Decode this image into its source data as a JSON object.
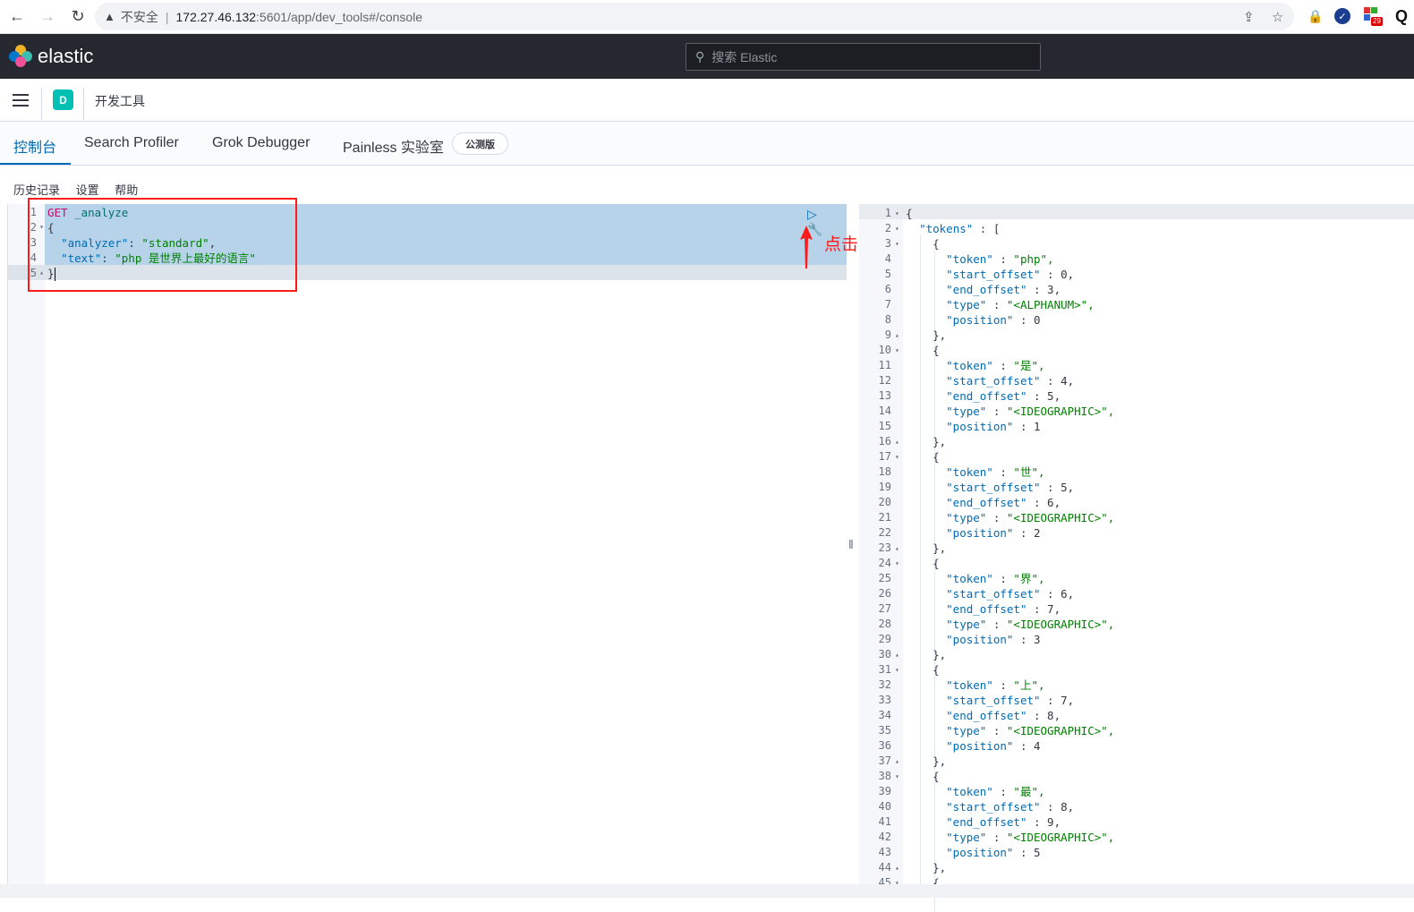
{
  "browser": {
    "security_label": "不安全",
    "url_host": "172.27.46.132",
    "url_path": ":5601/app/dev_tools#/console",
    "ext_badge": "29"
  },
  "header": {
    "brand": "elastic",
    "search_placeholder": "搜索 Elastic"
  },
  "breadcrumb": {
    "space_initial": "D",
    "title": "开发工具"
  },
  "tabs": {
    "console": "控制台",
    "search_profiler": "Search Profiler",
    "grok_debugger": "Grok Debugger",
    "painless_lab": "Painless 实验室",
    "beta_badge": "公测版"
  },
  "console_menu": {
    "history": "历史记录",
    "settings": "设置",
    "help": "帮助"
  },
  "editor": {
    "line_numbers": [
      "1",
      "2",
      "3",
      "4",
      "5"
    ],
    "method": "GET",
    "url": "_analyze",
    "open_brace": "{",
    "analyzer_key": "\"analyzer\"",
    "analyzer_value": "\"standard\"",
    "text_key": "\"text\"",
    "text_value": "\"php 是世界上最好的语言\"",
    "close_brace": "}",
    "run_icon": "play-icon",
    "wrench_icon": "wrench-icon"
  },
  "annotation": {
    "text": "点击开始分词"
  },
  "output": {
    "lines": [
      {
        "n": "1",
        "fold": "▾",
        "code": "{"
      },
      {
        "n": "2",
        "fold": "▾",
        "code": "  \"tokens\" : ["
      },
      {
        "n": "3",
        "fold": "▾",
        "code": "    {"
      },
      {
        "n": "4",
        "fold": "",
        "code": "      \"token\" : \"php\","
      },
      {
        "n": "5",
        "fold": "",
        "code": "      \"start_offset\" : 0,"
      },
      {
        "n": "6",
        "fold": "",
        "code": "      \"end_offset\" : 3,"
      },
      {
        "n": "7",
        "fold": "",
        "code": "      \"type\" : \"<ALPHANUM>\","
      },
      {
        "n": "8",
        "fold": "",
        "code": "      \"position\" : 0"
      },
      {
        "n": "9",
        "fold": "▴",
        "code": "    },"
      },
      {
        "n": "10",
        "fold": "▾",
        "code": "    {"
      },
      {
        "n": "11",
        "fold": "",
        "code": "      \"token\" : \"是\","
      },
      {
        "n": "12",
        "fold": "",
        "code": "      \"start_offset\" : 4,"
      },
      {
        "n": "13",
        "fold": "",
        "code": "      \"end_offset\" : 5,"
      },
      {
        "n": "14",
        "fold": "",
        "code": "      \"type\" : \"<IDEOGRAPHIC>\","
      },
      {
        "n": "15",
        "fold": "",
        "code": "      \"position\" : 1"
      },
      {
        "n": "16",
        "fold": "▴",
        "code": "    },"
      },
      {
        "n": "17",
        "fold": "▾",
        "code": "    {"
      },
      {
        "n": "18",
        "fold": "",
        "code": "      \"token\" : \"世\","
      },
      {
        "n": "19",
        "fold": "",
        "code": "      \"start_offset\" : 5,"
      },
      {
        "n": "20",
        "fold": "",
        "code": "      \"end_offset\" : 6,"
      },
      {
        "n": "21",
        "fold": "",
        "code": "      \"type\" : \"<IDEOGRAPHIC>\","
      },
      {
        "n": "22",
        "fold": "",
        "code": "      \"position\" : 2"
      },
      {
        "n": "23",
        "fold": "▴",
        "code": "    },"
      },
      {
        "n": "24",
        "fold": "▾",
        "code": "    {"
      },
      {
        "n": "25",
        "fold": "",
        "code": "      \"token\" : \"界\","
      },
      {
        "n": "26",
        "fold": "",
        "code": "      \"start_offset\" : 6,"
      },
      {
        "n": "27",
        "fold": "",
        "code": "      \"end_offset\" : 7,"
      },
      {
        "n": "28",
        "fold": "",
        "code": "      \"type\" : \"<IDEOGRAPHIC>\","
      },
      {
        "n": "29",
        "fold": "",
        "code": "      \"position\" : 3"
      },
      {
        "n": "30",
        "fold": "▴",
        "code": "    },"
      },
      {
        "n": "31",
        "fold": "▾",
        "code": "    {"
      },
      {
        "n": "32",
        "fold": "",
        "code": "      \"token\" : \"上\","
      },
      {
        "n": "33",
        "fold": "",
        "code": "      \"start_offset\" : 7,"
      },
      {
        "n": "34",
        "fold": "",
        "code": "      \"end_offset\" : 8,"
      },
      {
        "n": "35",
        "fold": "",
        "code": "      \"type\" : \"<IDEOGRAPHIC>\","
      },
      {
        "n": "36",
        "fold": "",
        "code": "      \"position\" : 4"
      },
      {
        "n": "37",
        "fold": "▴",
        "code": "    },"
      },
      {
        "n": "38",
        "fold": "▾",
        "code": "    {"
      },
      {
        "n": "39",
        "fold": "",
        "code": "      \"token\" : \"最\","
      },
      {
        "n": "40",
        "fold": "",
        "code": "      \"start_offset\" : 8,"
      },
      {
        "n": "41",
        "fold": "",
        "code": "      \"end_offset\" : 9,"
      },
      {
        "n": "42",
        "fold": "",
        "code": "      \"type\" : \"<IDEOGRAPHIC>\","
      },
      {
        "n": "43",
        "fold": "",
        "code": "      \"position\" : 5"
      },
      {
        "n": "44",
        "fold": "▴",
        "code": "    },"
      },
      {
        "n": "45",
        "fold": "▾",
        "code": "    {"
      }
    ]
  },
  "colors": {
    "accent": "#006bb4",
    "header_bg": "#25282f",
    "annotation_red": "#ff1a1a",
    "selection": "#b6d3ea"
  }
}
